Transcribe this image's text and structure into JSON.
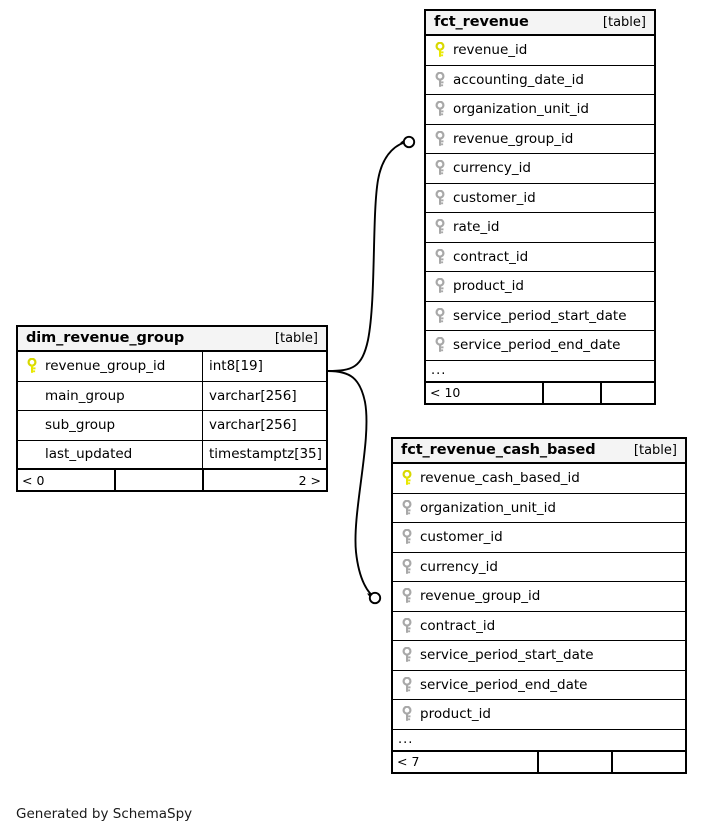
{
  "diagram": {
    "tool_caption": "Generated by SchemaSpy",
    "table_tag": "[table]",
    "ellipsis": "...",
    "pk_icon": "yellow-key-icon",
    "fk_icon": "gray-key-icon"
  },
  "tables": {
    "fct_revenue": {
      "name": "fct_revenue",
      "tag": "[table]",
      "fields": [
        {
          "name": "revenue_id",
          "key": "pk"
        },
        {
          "name": "accounting_date_id",
          "key": "fk"
        },
        {
          "name": "organization_unit_id",
          "key": "fk"
        },
        {
          "name": "revenue_group_id",
          "key": "fk"
        },
        {
          "name": "currency_id",
          "key": "fk"
        },
        {
          "name": "customer_id",
          "key": "fk"
        },
        {
          "name": "rate_id",
          "key": "fk"
        },
        {
          "name": "contract_id",
          "key": "fk"
        },
        {
          "name": "product_id",
          "key": "fk"
        },
        {
          "name": "service_period_start_date",
          "key": "fk"
        },
        {
          "name": "service_period_end_date",
          "key": "fk"
        }
      ],
      "more_indicator": "...",
      "footer": {
        "left": "< 10",
        "middle": "",
        "right": ""
      }
    },
    "dim_revenue_group": {
      "name": "dim_revenue_group",
      "tag": "[table]",
      "fields": [
        {
          "name": "revenue_group_id",
          "key": "pk",
          "type": "int8[19]"
        },
        {
          "name": "main_group",
          "key": "none",
          "type": "varchar[256]"
        },
        {
          "name": "sub_group",
          "key": "none",
          "type": "varchar[256]"
        },
        {
          "name": "last_updated",
          "key": "none",
          "type": "timestamptz[35]"
        }
      ],
      "footer": {
        "left": "< 0",
        "middle": "",
        "right": "2 >"
      }
    },
    "fct_revenue_cash_based": {
      "name": "fct_revenue_cash_based",
      "tag": "[table]",
      "fields": [
        {
          "name": "revenue_cash_based_id",
          "key": "pk"
        },
        {
          "name": "organization_unit_id",
          "key": "fk"
        },
        {
          "name": "customer_id",
          "key": "fk"
        },
        {
          "name": "currency_id",
          "key": "fk"
        },
        {
          "name": "revenue_group_id",
          "key": "fk"
        },
        {
          "name": "contract_id",
          "key": "fk"
        },
        {
          "name": "service_period_start_date",
          "key": "fk"
        },
        {
          "name": "service_period_end_date",
          "key": "fk"
        },
        {
          "name": "product_id",
          "key": "fk"
        }
      ],
      "more_indicator": "...",
      "footer": {
        "left": "< 7",
        "middle": "",
        "right": ""
      }
    }
  },
  "relationships": [
    {
      "name": "dim_revenue_group-to-fct_revenue",
      "from_table": "dim_revenue_group",
      "from_column": "revenue_group_id",
      "to_table": "fct_revenue",
      "to_column": "revenue_group_id",
      "cardinality": "zero-or-many"
    },
    {
      "name": "dim_revenue_group-to-fct_revenue_cash_based",
      "from_table": "dim_revenue_group",
      "from_column": "revenue_group_id",
      "to_table": "fct_revenue_cash_based",
      "to_column": "revenue_group_id",
      "cardinality": "zero-or-many"
    }
  ],
  "colors": {
    "pk_key": "#e8e800",
    "fk_key": "#a8a8a8",
    "border": "#000000",
    "header_bg": "#f4f4f4",
    "background": "#ffffff"
  }
}
